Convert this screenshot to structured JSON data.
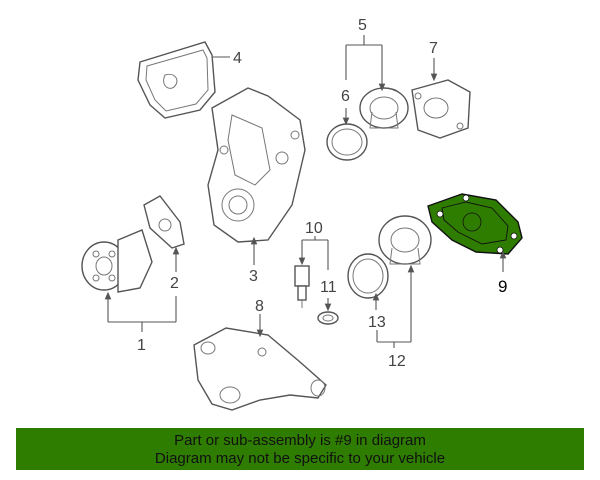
{
  "diagram": {
    "labels": {
      "p1": "1",
      "p2": "2",
      "p3": "3",
      "p4": "4",
      "p5": "5",
      "p6": "6",
      "p7": "7",
      "p8": "8",
      "p9": "9",
      "p10": "10",
      "p11": "11",
      "p12": "12",
      "p13": "13"
    },
    "highlight_color": "#2f7d00"
  },
  "banner": {
    "line1": "Part or sub-assembly is #9 in diagram",
    "line2": "Diagram may not be specific to your vehicle",
    "background": "#2f7d00"
  }
}
